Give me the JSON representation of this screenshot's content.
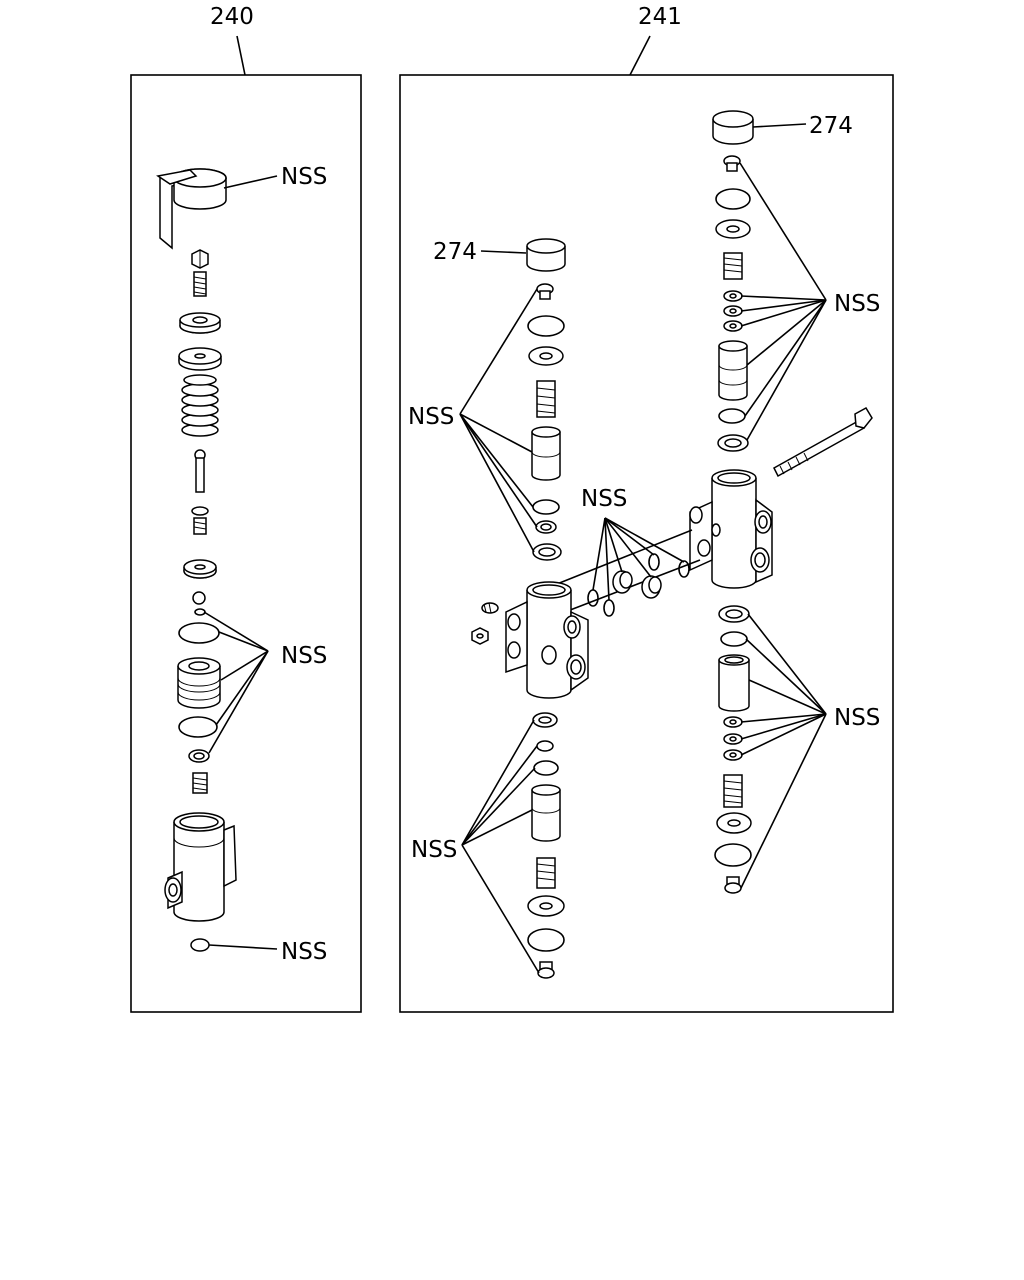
{
  "panels": [
    {
      "id": "240",
      "label": "240"
    },
    {
      "id": "241",
      "label": "241"
    }
  ],
  "callouts": {
    "nss": "NSS",
    "part_274": "274"
  }
}
